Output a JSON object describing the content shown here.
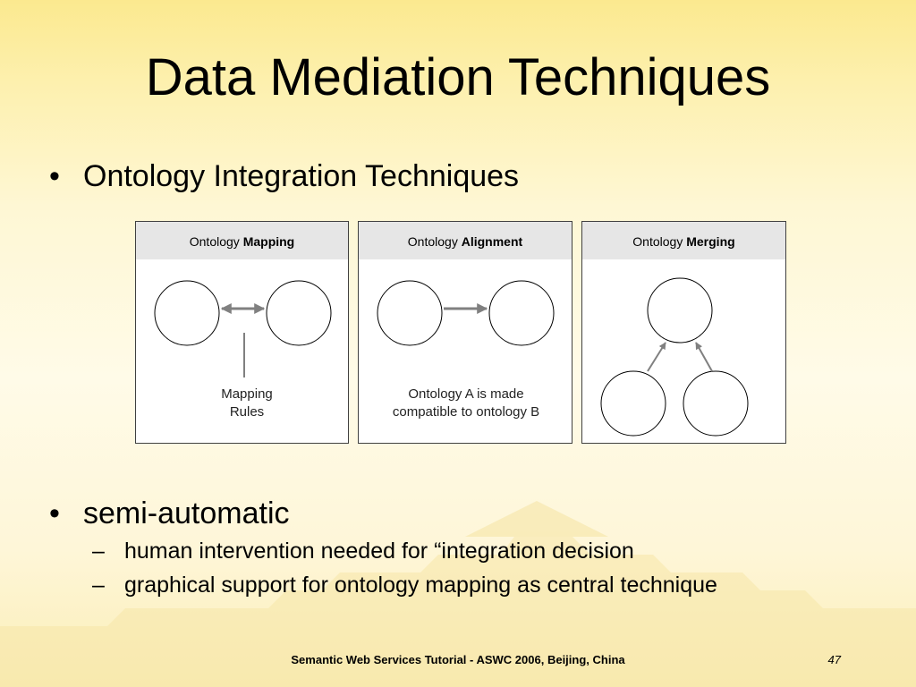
{
  "slide": {
    "title": "Data Mediation Techniques",
    "bullets": [
      {
        "text": "Ontology Integration Techniques"
      },
      {
        "text": "semi-automatic"
      }
    ],
    "sub_bullets": [
      "human intervention needed for “integration decision",
      "graphical support for ontology mapping as central technique"
    ],
    "bullet_glyph": "•",
    "dash_glyph": "–"
  },
  "panels": [
    {
      "prefix": "Ontology ",
      "bold": "Mapping",
      "caption_lines": [
        "Mapping",
        "Rules"
      ]
    },
    {
      "prefix": "Ontology ",
      "bold": "Alignment",
      "caption_lines": [
        "Ontology A is made",
        "compatible to ontology B"
      ]
    },
    {
      "prefix": "Ontology ",
      "bold": "Merging",
      "caption_lines": []
    }
  ],
  "footer": {
    "text": "Semantic Web Services Tutorial - ASWC 2006, Beijing, China",
    "page": "47"
  },
  "colors": {
    "arrow": "#808080",
    "panel_header": "#e6e6e6",
    "node_stroke": "#000000"
  }
}
